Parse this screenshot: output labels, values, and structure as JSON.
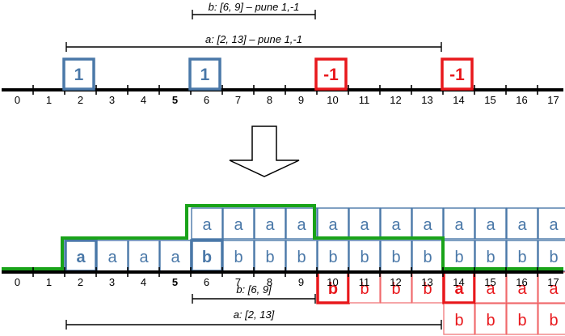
{
  "axis": {
    "ticks": [
      "0",
      "1",
      "2",
      "3",
      "4",
      "5",
      "6",
      "7",
      "8",
      "9",
      "10",
      "11",
      "12",
      "13",
      "14",
      "15",
      "16",
      "17"
    ]
  },
  "top": {
    "interval_b_label": "b: [6, 9] – pune 1,-1",
    "interval_a_label": "a: [2, 13] – pune 1,-1",
    "markers": [
      {
        "pos": 2,
        "text": "1",
        "kind": "plus"
      },
      {
        "pos": 6,
        "text": "1",
        "kind": "plus"
      },
      {
        "pos": 10,
        "text": "-1",
        "kind": "minus"
      },
      {
        "pos": 14,
        "text": "-1",
        "kind": "minus"
      }
    ]
  },
  "bottom": {
    "interval_b_label": "b: [6, 9]",
    "interval_a_label": "a: [2, 13]",
    "cell_letter_a": "a",
    "cell_letter_b": "b"
  },
  "colors": {
    "blue": "#4a78a8",
    "red": "#e8181c",
    "green": "#19a319",
    "arrow": "#000000"
  }
}
